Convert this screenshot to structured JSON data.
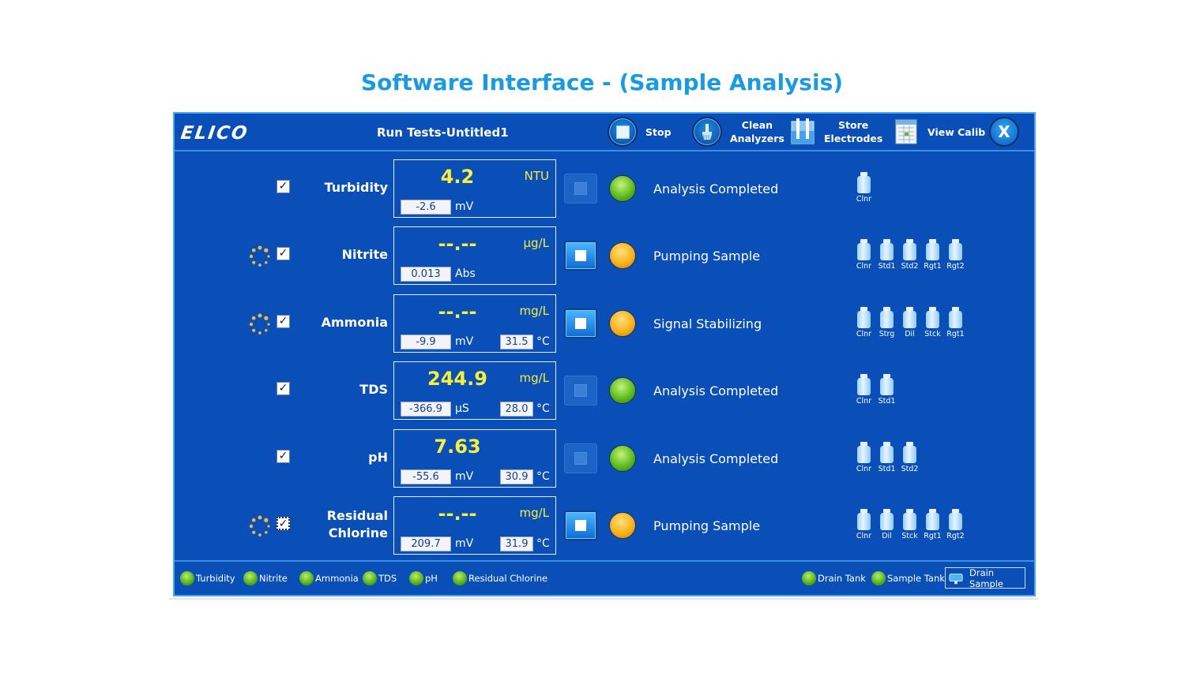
{
  "page": {
    "title": "Software Interface - (Sample Analysis)"
  },
  "app": {
    "logo": "ELICO",
    "title": "Run Tests-Untitled1",
    "toolbar": {
      "stop": "Stop",
      "clean_line1": "Clean",
      "clean_line2": "Analyzers",
      "store_line1": "Store",
      "store_line2": "Electrodes",
      "view_calib": "View Calib",
      "close": "X"
    }
  },
  "rows": [
    {
      "name": "Turbidity",
      "value": "4.2",
      "unit": "NTU",
      "sub_value": "-2.6",
      "sub_unit": "mV",
      "status": "Analysis Completed",
      "led": "green",
      "bottles": [
        "Clnr"
      ]
    },
    {
      "name": "Nitrite",
      "value": "--.--",
      "unit": "µg/L",
      "sub_value": "0.013",
      "sub_unit": "Abs",
      "status": "Pumping Sample",
      "led": "orange",
      "bottles": [
        "Clnr",
        "Std1",
        "Std2",
        "Rgt1",
        "Rgt2"
      ]
    },
    {
      "name": "Ammonia",
      "value": "--.--",
      "unit": "mg/L",
      "sub_value": "-9.9",
      "sub_unit": "mV",
      "temp": "31.5",
      "temp_unit": "°C",
      "status": "Signal Stabilizing",
      "led": "orange",
      "bottles": [
        "Clnr",
        "Strg",
        "Dil",
        "Stck",
        "Rgt1"
      ]
    },
    {
      "name": "TDS",
      "value": "244.9",
      "unit": "mg/L",
      "sub_value": "-366.9",
      "sub_unit": "µS",
      "temp": "28.0",
      "temp_unit": "°C",
      "status": "Analysis Completed",
      "led": "green",
      "bottles": [
        "Clnr",
        "Std1"
      ]
    },
    {
      "name": "pH",
      "value": "7.63",
      "unit": "",
      "sub_value": "-55.6",
      "sub_unit": "mV",
      "temp": "30.9",
      "temp_unit": "°C",
      "status": "Analysis Completed",
      "led": "green",
      "bottles": [
        "Clnr",
        "Std1",
        "Std2"
      ]
    },
    {
      "name_line1": "Residual",
      "name_line2": "Chlorine",
      "value": "--.--",
      "unit": "mg/L",
      "sub_value": "209.7",
      "sub_unit": "mV",
      "temp": "31.9",
      "temp_unit": "°C",
      "status": "Pumping Sample",
      "led": "orange",
      "bottles": [
        "Clnr",
        "Dil",
        "Stck",
        "Rgt1",
        "Rgt2"
      ]
    }
  ],
  "statusbar": {
    "left": [
      "Turbidity",
      "Nitrite",
      "Ammonia",
      "TDS",
      "pH",
      "Residual Chlorine"
    ],
    "drain_tank": "Drain Tank",
    "sample_tank": "Sample Tank",
    "drain_sample": "Drain Sample"
  },
  "colors": {
    "panel": "#0a4fb8",
    "value_yellow": "#f7f03a",
    "title_blue": "#1a9be0",
    "led_green": "#5cbd1f",
    "led_orange": "#f9b21c"
  }
}
